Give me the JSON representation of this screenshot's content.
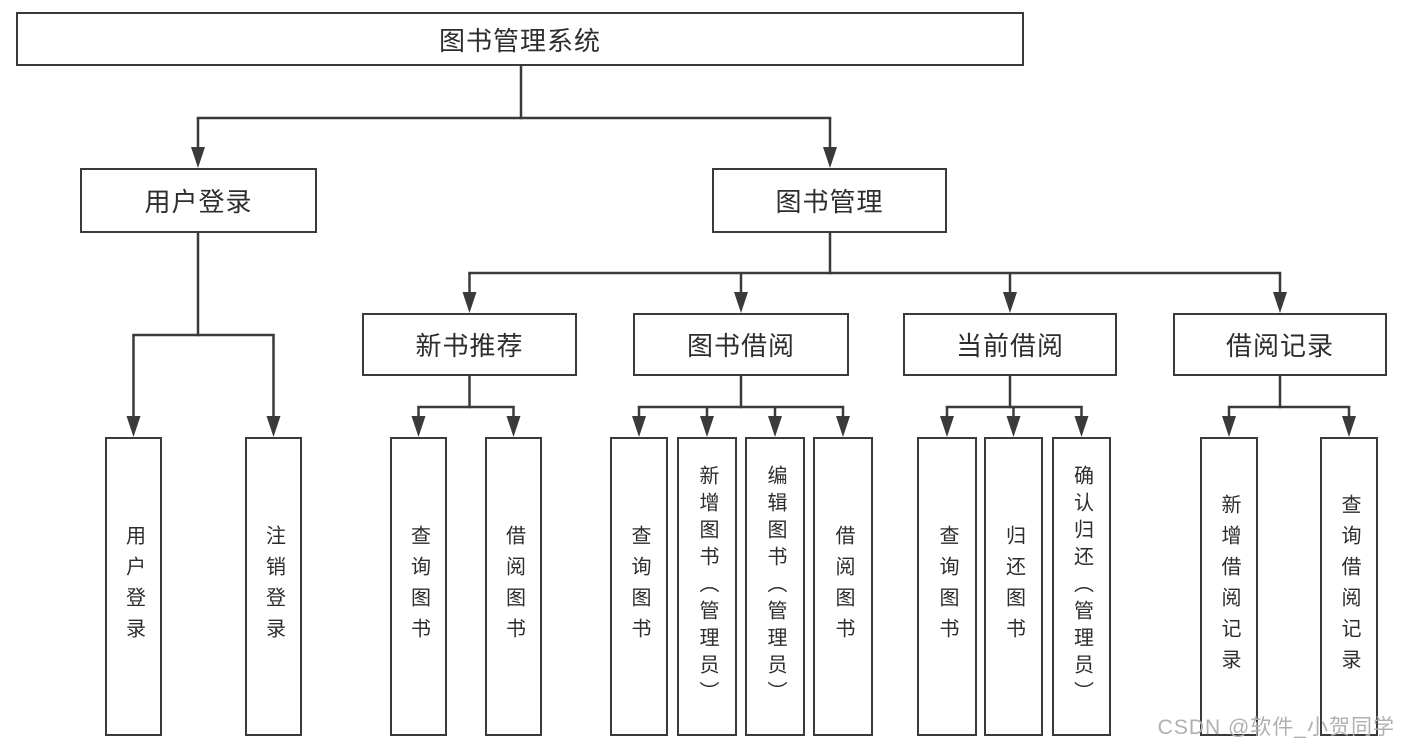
{
  "diagram_title": "图书管理系统",
  "colors": {
    "line": "#3a3a3a",
    "box_border": "#3a3a3a",
    "text": "#2d2d2d",
    "background": "#ffffff",
    "watermark": "#b0b0b0"
  },
  "nodes": {
    "root": "图书管理系统",
    "user_login": "用户登录",
    "book_mgmt": "图书管理",
    "new_book_rec": "新书推荐",
    "book_borrow": "图书借阅",
    "current_borrow": "当前借阅",
    "borrow_records": "借阅记录",
    "ul_login": "用户登录",
    "ul_logout": "注销登录",
    "rec_query": "查询图书",
    "rec_borrow": "借阅图书",
    "bb_query": "查询图书",
    "bb_add": "新增图书（管理员）",
    "bb_edit": "编辑图书（管理员）",
    "bb_borrow": "借阅图书",
    "cb_query": "查询图书",
    "cb_return": "归还图书",
    "cb_confirm": "确认归还（管理员）",
    "br_add": "新增借阅记录",
    "br_query": "查询借阅记录"
  },
  "hierarchy": {
    "图书管理系统": {
      "用户登录": [
        "用户登录",
        "注销登录"
      ],
      "图书管理": {
        "新书推荐": [
          "查询图书",
          "借阅图书"
        ],
        "图书借阅": [
          "查询图书",
          "新增图书（管理员）",
          "编辑图书（管理员）",
          "借阅图书"
        ],
        "当前借阅": [
          "查询图书",
          "归还图书",
          "确认归还（管理员）"
        ],
        "借阅记录": [
          "新增借阅记录",
          "查询借阅记录"
        ]
      }
    }
  },
  "watermark": "CSDN @软件_小贺同学"
}
